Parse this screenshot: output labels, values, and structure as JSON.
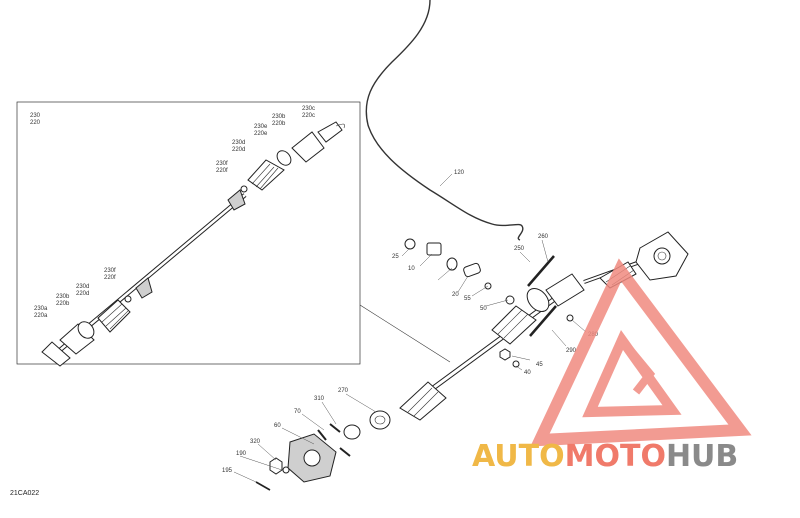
{
  "figure_id": "21CA022",
  "inset_labels": [
    {
      "id": "i230",
      "lines": [
        "230",
        "220"
      ]
    },
    {
      "id": "i230c",
      "lines": [
        "230c",
        "220c"
      ]
    },
    {
      "id": "i230b",
      "lines": [
        "230b",
        "220b"
      ]
    },
    {
      "id": "i230e",
      "lines": [
        "230e",
        "220e"
      ]
    },
    {
      "id": "i230d_top",
      "lines": [
        "230d",
        "220d"
      ]
    },
    {
      "id": "i230f_top",
      "lines": [
        "230f",
        "220f"
      ]
    },
    {
      "id": "i230f_low",
      "lines": [
        "230f",
        "220f"
      ]
    },
    {
      "id": "i230d_low",
      "lines": [
        "230d",
        "220d"
      ]
    },
    {
      "id": "i230b_low",
      "lines": [
        "230b",
        "220b"
      ]
    },
    {
      "id": "i230a",
      "lines": [
        "230a",
        "220a"
      ]
    }
  ],
  "callouts": [
    "120",
    "25",
    "10",
    "20",
    "55",
    "50",
    "250",
    "260",
    "280",
    "290",
    "45",
    "40",
    "270",
    "310",
    "70",
    "60",
    "320",
    "190",
    "195"
  ],
  "watermark": {
    "part1": "AUTO",
    "part2": "MOTO",
    "part3": "HUB",
    "color1": "#f0b847",
    "color2": "#f07a6a",
    "color3": "#8a8a8a",
    "logo_color": "#f08a80"
  }
}
